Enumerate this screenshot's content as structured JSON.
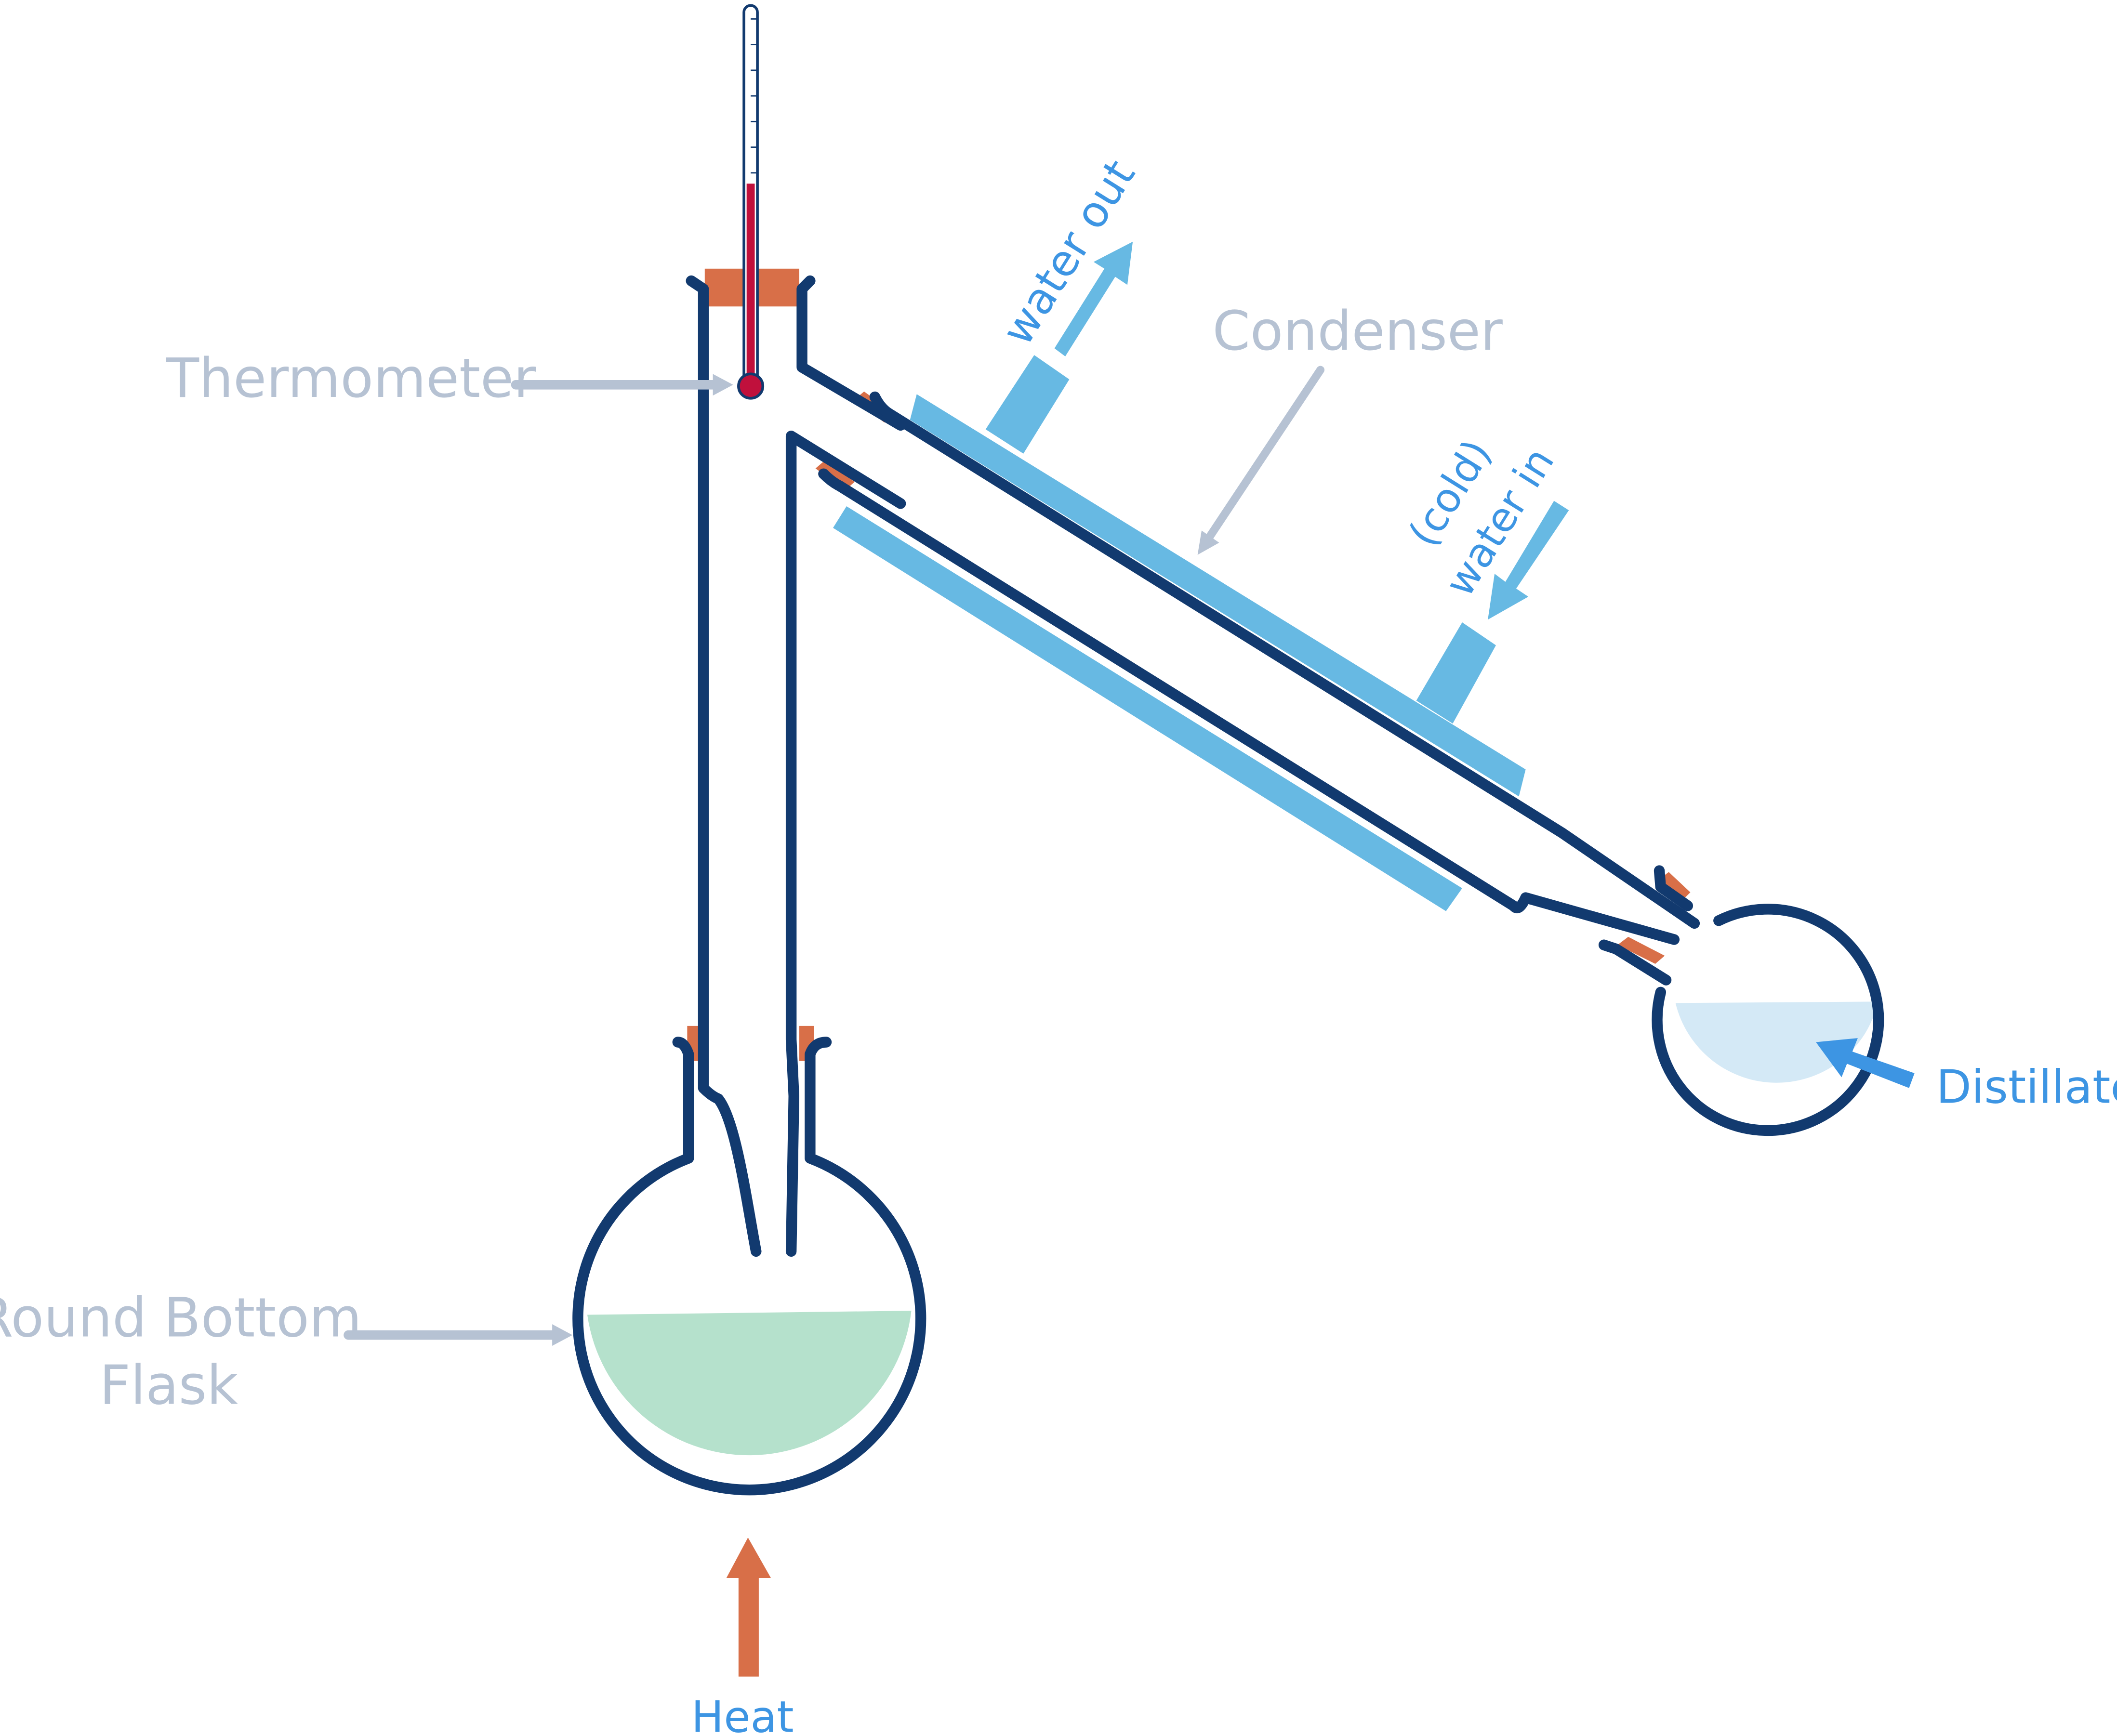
{
  "labels": {
    "thermometer": "Thermometer",
    "condenser": "Condenser",
    "water_out": "water out",
    "cold": "(cold)",
    "water_in": "water in",
    "round_bottom_line1": "Round Bottom",
    "round_bottom_line2": "Flask",
    "distillate": "Distillate",
    "heat": "Heat"
  },
  "colors": {
    "glass_outline": "#123a6f",
    "condenser_jacket": "#67b9e3",
    "label_gray": "#b6c2d3",
    "label_blue": "#3d95e3",
    "stopper_orange": "#d86f48",
    "mercury_red": "#c0103c",
    "flask_liquid": "#b5e1cc",
    "distillate_liquid": "#d4e9f6"
  },
  "icons": {
    "thermometer": "thermometer-icon",
    "heat": "heat-arrow-icon"
  }
}
